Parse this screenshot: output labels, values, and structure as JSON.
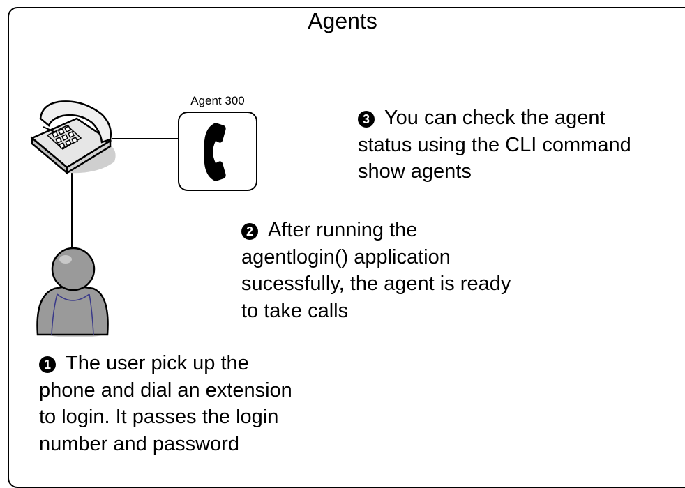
{
  "diagram": {
    "title": "Agents",
    "agent_label": "Agent 300",
    "notes": [
      {
        "marker": "1",
        "lines": [
          "The user pick up the",
          "phone and dial an extension",
          "to login. It passes the login",
          "number and password"
        ]
      },
      {
        "marker": "2",
        "lines": [
          "After running the",
          "agentlogin() application",
          "sucessfully, the agent is ready",
          "to take calls"
        ]
      },
      {
        "marker": "3",
        "lines": [
          "You can check the agent",
          "status using the CLI command",
          "show agents"
        ]
      }
    ],
    "icons": {
      "phone": "desk-phone-icon",
      "user": "user-icon",
      "handset": "handset-icon"
    },
    "colors": {
      "phone_body": "#e6e6e6",
      "user_body": "#9a9a9a",
      "user_collar": "#3a3a8a"
    }
  }
}
